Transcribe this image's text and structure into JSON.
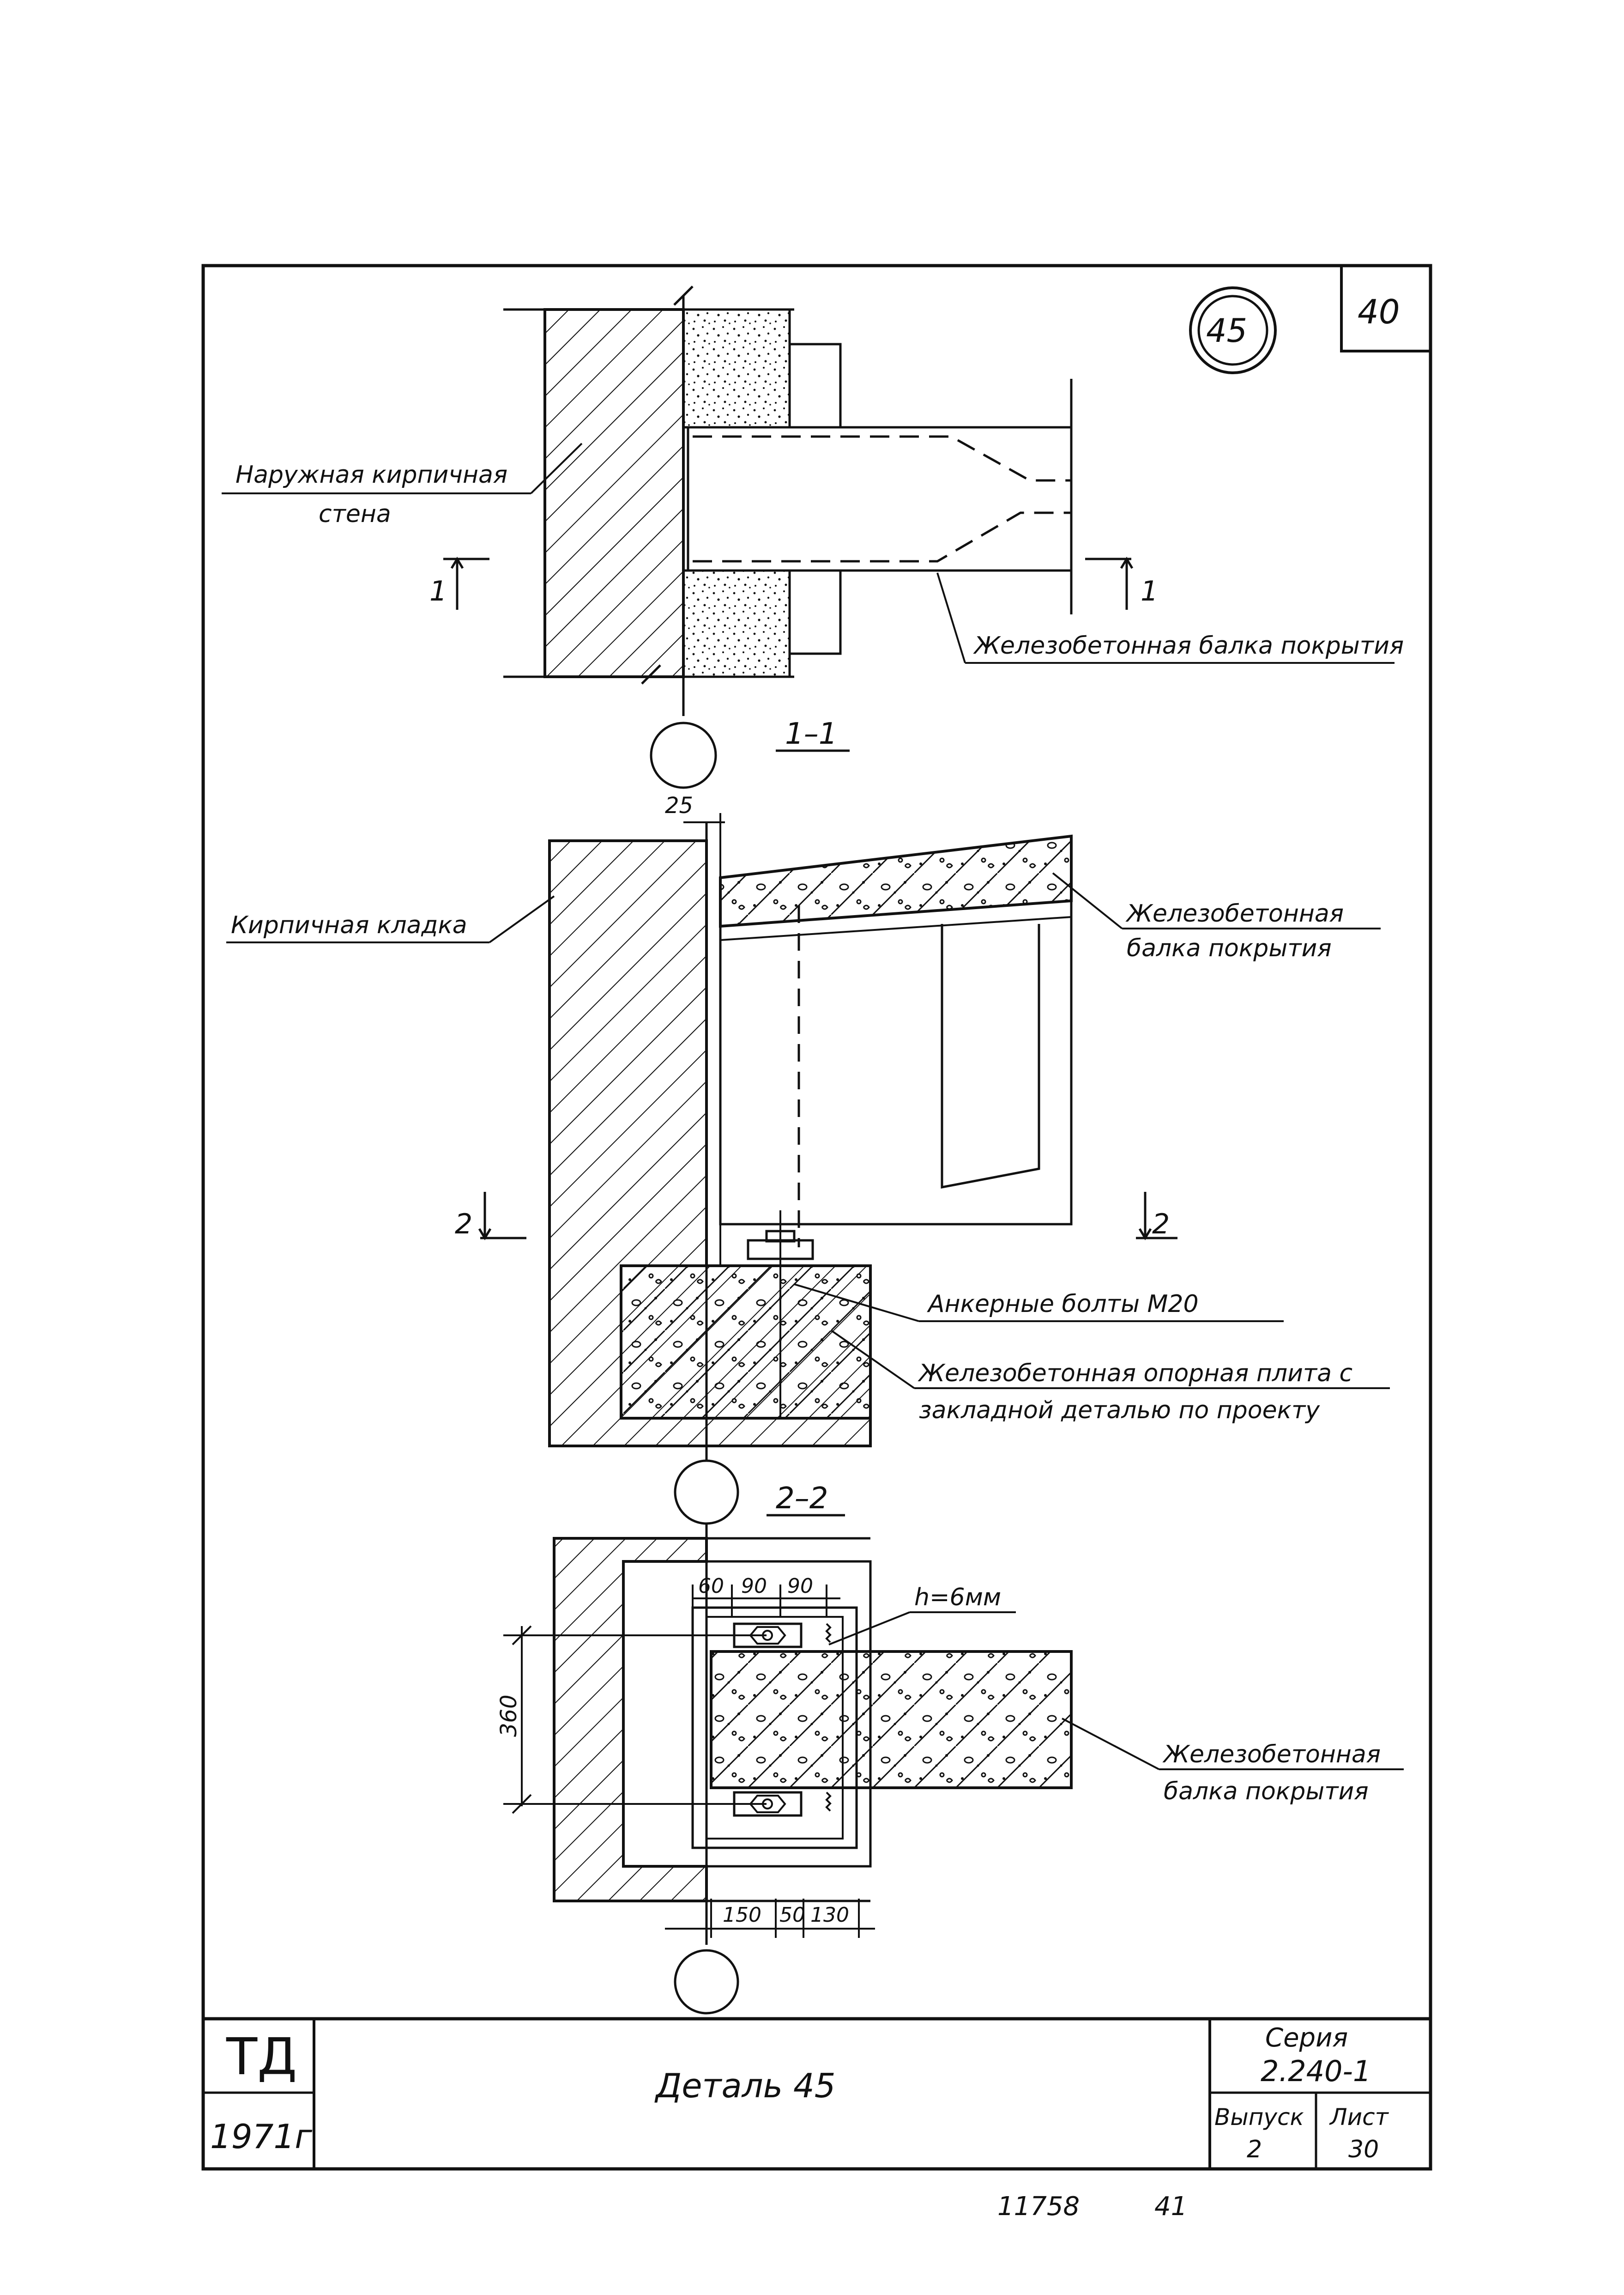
{
  "sheet": {
    "page_number": "40",
    "detail_marker": "45",
    "bottom_stamp_number": "11758",
    "bottom_stamp_page": "41"
  },
  "plan_view": {
    "wall_label_line1": "Наружная кирпичная",
    "wall_label_line2": "стена",
    "beam_label": "Железобетонная балка покрытия",
    "cut_mark_left": "1",
    "cut_mark_right": "1"
  },
  "section_1_1": {
    "title": "1–1",
    "dim_gap": "25",
    "masonry_label": "Кирпичная кладка",
    "beam_label_line1": "Железобетонная",
    "beam_label_line2": "балка покрытия",
    "anchor_label": "Анкерные  болты  М20",
    "plate_label_line1": "Железобетонная опорная плита с",
    "plate_label_line2": "закладной деталью по проекту",
    "cut_mark_left": "2",
    "cut_mark_right": "2"
  },
  "section_2_2": {
    "title": "2–2",
    "dim_top": [
      "60",
      "90",
      "90"
    ],
    "plate_thickness": "h=6мм",
    "dim_vertical": "360",
    "dim_bottom": [
      "150",
      "50",
      "130"
    ],
    "beam_label_line1": "Железобетонная",
    "beam_label_line2": "балка покрытия"
  },
  "title_block": {
    "org": "ТД",
    "year": "1971г",
    "title": "Деталь 45",
    "series_label": "Серия",
    "series_value": "2.240-1",
    "issue_label": "Выпуск",
    "issue_value": "2",
    "sheet_label": "Лист",
    "sheet_value": "30"
  }
}
